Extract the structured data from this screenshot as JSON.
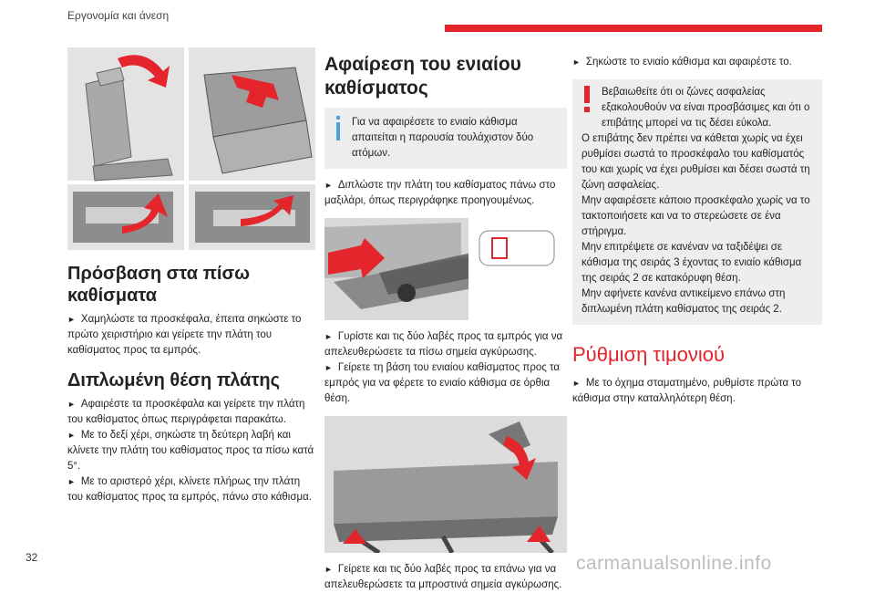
{
  "header": {
    "title": "Εργονομία και άνεση"
  },
  "footer": {
    "page_number": "32",
    "watermark": "carmanualsonline.info"
  },
  "colors": {
    "accent": "#e4252c",
    "info_blue": "#4aa3df",
    "box_bg": "#eeeeee"
  },
  "col1": {
    "heading_access": "Πρόσβαση στα πίσω καθίσματα",
    "access_steps": [
      "Χαμηλώστε τα προσκέφαλα, έπειτα σηκώστε το πρώτο χειριστήριο και γείρετε την πλάτη του καθίσματος προς τα εμπρός."
    ],
    "heading_fold": "Διπλωμένη θέση πλάτης",
    "fold_steps": [
      "Αφαιρέστε τα προσκέφαλα και γείρετε την πλάτη του καθίσματος όπως περιγράφεται παρακάτω.",
      "Με το δεξί χέρι, σηκώστε τη δεύτερη λαβή και κλίνετε την πλάτη του καθίσματος προς τα πίσω κατά 5°.",
      "Με το αριστερό χέρι, κλίνετε πλήρως την πλάτη του καθίσματος προς τα εμπρός, πάνω στο κάθισμα."
    ]
  },
  "col2": {
    "heading": "Αφαίρεση του ενιαίου καθίσματος",
    "info_note": "Για να αφαιρέσετε το ενιαίο κάθισμα απαιτείται η παρουσία τουλάχιστον δύο ατόμων.",
    "step1": "Διπλώστε την πλάτη του καθίσματος πάνω στο μαξιλάρι, όπως περιγράφηκε προηγουμένως.",
    "step2": "Γυρίστε και τις δύο λαβές προς τα εμπρός για να απελευθερώσετε τα πίσω σημεία αγκύρωσης.",
    "step3": "Γείρετε τη βάση του ενιαίου καθίσματος προς τα εμπρός για να φέρετε το ενιαίο κάθισμα σε όρθια θέση.",
    "step4": "Γείρετε και τις δύο λαβές προς τα επάνω για να απελευθερώσετε τα μπροστινά σημεία αγκύρωσης."
  },
  "col3": {
    "step1": "Σηκώστε το ενιαίο κάθισμα και αφαιρέστε το.",
    "warning": [
      "Βεβαιωθείτε ότι οι ζώνες ασφαλείας εξακολουθούν να είναι προσβάσιμες και ότι ο επιβάτης μπορεί να τις δέσει εύκολα.",
      "Ο επιβάτης δεν πρέπει να κάθεται χωρίς να έχει ρυθμίσει σωστά το προσκέφαλο του καθίσματός του και χωρίς να έχει ρυθμίσει και δέσει σωστά τη ζώνη ασφαλείας.",
      "Μην αφαιρέσετε κάποιο προσκέφαλο χωρίς να το τακτοποιήσετε και να το στερεώσετε σε ένα στήριγμα.",
      "Μην επιτρέψετε σε κανέναν να ταξιδέψει σε κάθισμα της σειράς 3 έχοντας το ενιαίο κάθισμα της σειράς 2 σε κατακόρυφη θέση.",
      "Μην αφήνετε κανένα αντικείμενο επάνω στη διπλωμένη πλάτη καθίσματος της σειράς 2."
    ],
    "heading_steering": "Ρύθμιση τιμονιού",
    "steering_step": "Με το όχημα σταματημένο, ρυθμίστε πρώτα το κάθισμα στην καταλληλότερη θέση."
  }
}
